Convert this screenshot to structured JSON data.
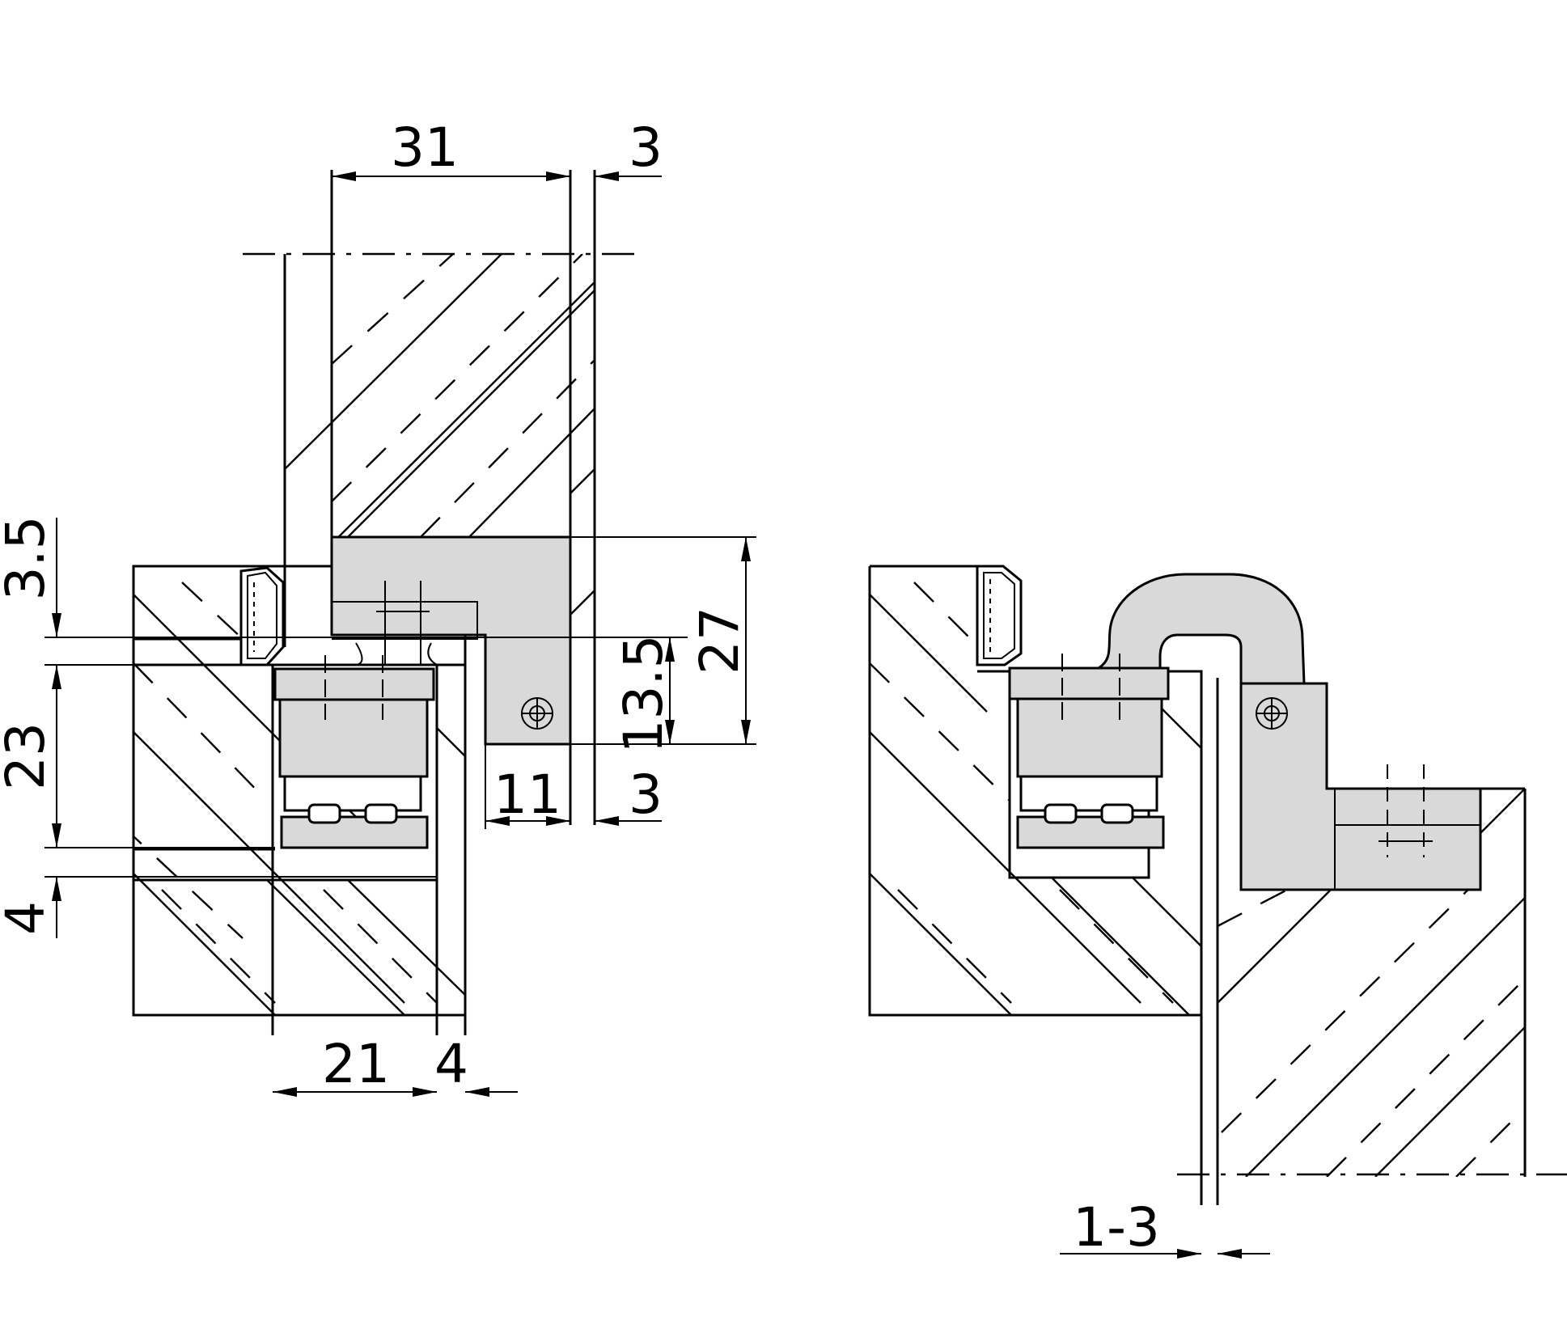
{
  "diagram": {
    "left_view": {
      "dimensions": {
        "d31": "31",
        "d3_top": "3",
        "d3_5": "3.5",
        "d23": "23",
        "d4_left": "4",
        "d27": "27",
        "d13_5": "13.5",
        "d11": "11",
        "d3_right": "3",
        "d21": "21",
        "d4_bottom": "4"
      }
    },
    "right_view": {
      "dimensions": {
        "d1_3": "1-3"
      }
    },
    "colors": {
      "line": "#000000",
      "hinge_fill": "#d9d9d9",
      "background": "#ffffff"
    }
  }
}
